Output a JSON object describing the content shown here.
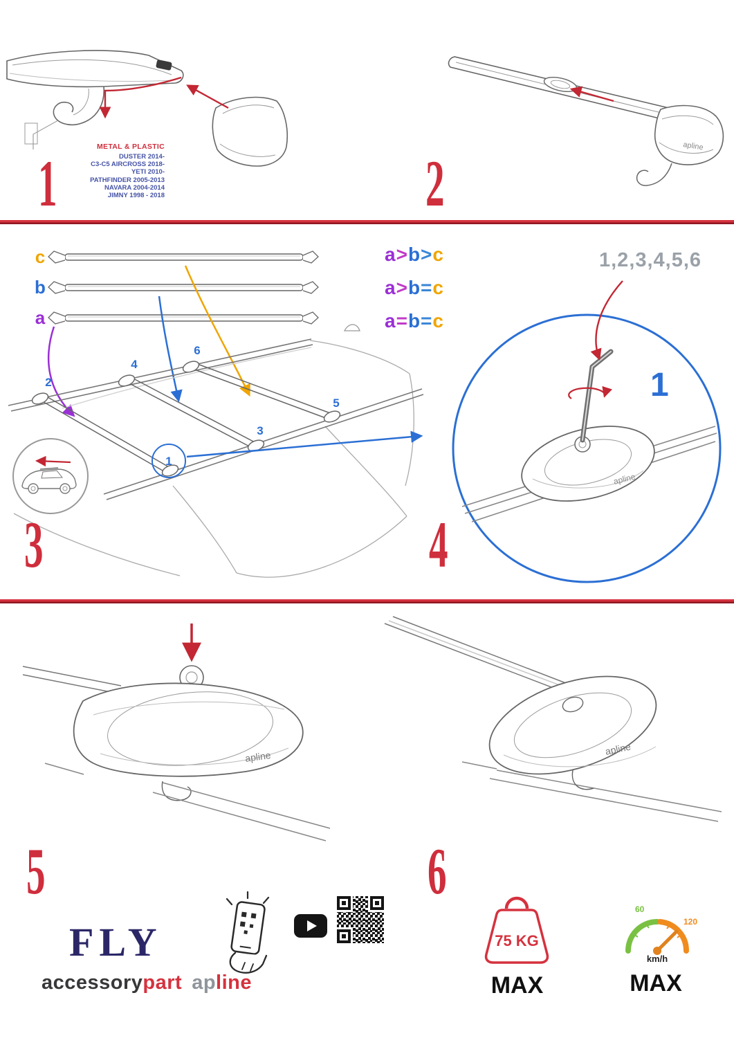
{
  "step1": {
    "number": "1",
    "material_label": "METAL & PLASTIC",
    "models": [
      "DUSTER 2014-",
      "C3-C5 AIRCROSS 2018-",
      "YETI 2010-",
      "PATHFINDER 2005-2013",
      "NAVARA 2004-2014",
      "JIMNY 1998 - 2018"
    ]
  },
  "step2": {
    "number": "2"
  },
  "step3": {
    "number": "3",
    "bar_labels": {
      "top": "c",
      "middle": "b",
      "bottom": "a"
    },
    "legend": [
      {
        "a": "a",
        "op1": ">",
        "b": "b",
        "op2": ">",
        "c": "c"
      },
      {
        "a": "a",
        "op1": ">",
        "b": "b",
        "op2": "=",
        "c": "c"
      },
      {
        "a": "a",
        "op1": "=",
        "b": "b",
        "op2": "=",
        "c": "c"
      }
    ],
    "positions": {
      "p1": "1",
      "p2": "2",
      "p3": "3",
      "p4": "4",
      "p5": "5",
      "p6": "6"
    }
  },
  "step4": {
    "number": "4",
    "sequence": "1,2,3,4,5,6",
    "first": "1"
  },
  "step5": {
    "number": "5"
  },
  "step6": {
    "number": "6"
  },
  "brand": {
    "small": "apline"
  },
  "footer": {
    "fly": "FLY",
    "accessory": "accessory",
    "part": "part",
    "ap": "ap",
    "line": "line",
    "weight": "75 KG",
    "weight_max": "MAX",
    "speed_low": "60",
    "speed_high": "120",
    "speed_unit": "km/h",
    "speed_max": "MAX"
  },
  "colors": {
    "red": "#d5323e",
    "blue": "#2b6fd4",
    "purple": "#9a2fd6",
    "orange": "#f0a500",
    "navy": "#2b2767"
  }
}
